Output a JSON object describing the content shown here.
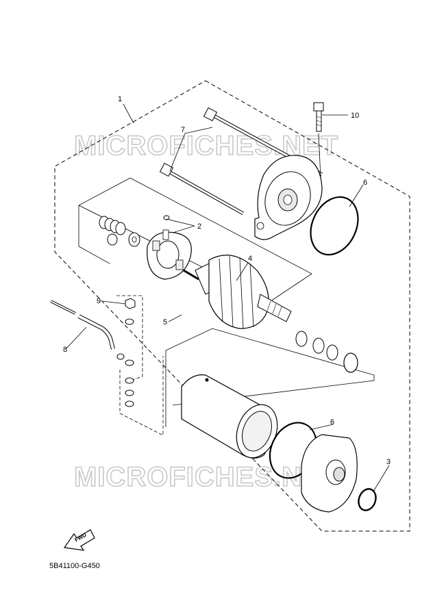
{
  "diagram": {
    "callouts": [
      {
        "id": "1",
        "text": "1"
      },
      {
        "id": "2",
        "text": "2"
      },
      {
        "id": "3",
        "text": "3"
      },
      {
        "id": "4",
        "text": "4"
      },
      {
        "id": "5",
        "text": "5"
      },
      {
        "id": "6a",
        "text": "6"
      },
      {
        "id": "6b",
        "text": "6"
      },
      {
        "id": "7",
        "text": "7"
      },
      {
        "id": "8",
        "text": "8"
      },
      {
        "id": "9",
        "text": "9"
      },
      {
        "id": "10",
        "text": "10"
      }
    ],
    "watermark_text": "MICROFICHES.NET",
    "fwd_label": "FWD",
    "figure_code": "5B41100-G450"
  }
}
